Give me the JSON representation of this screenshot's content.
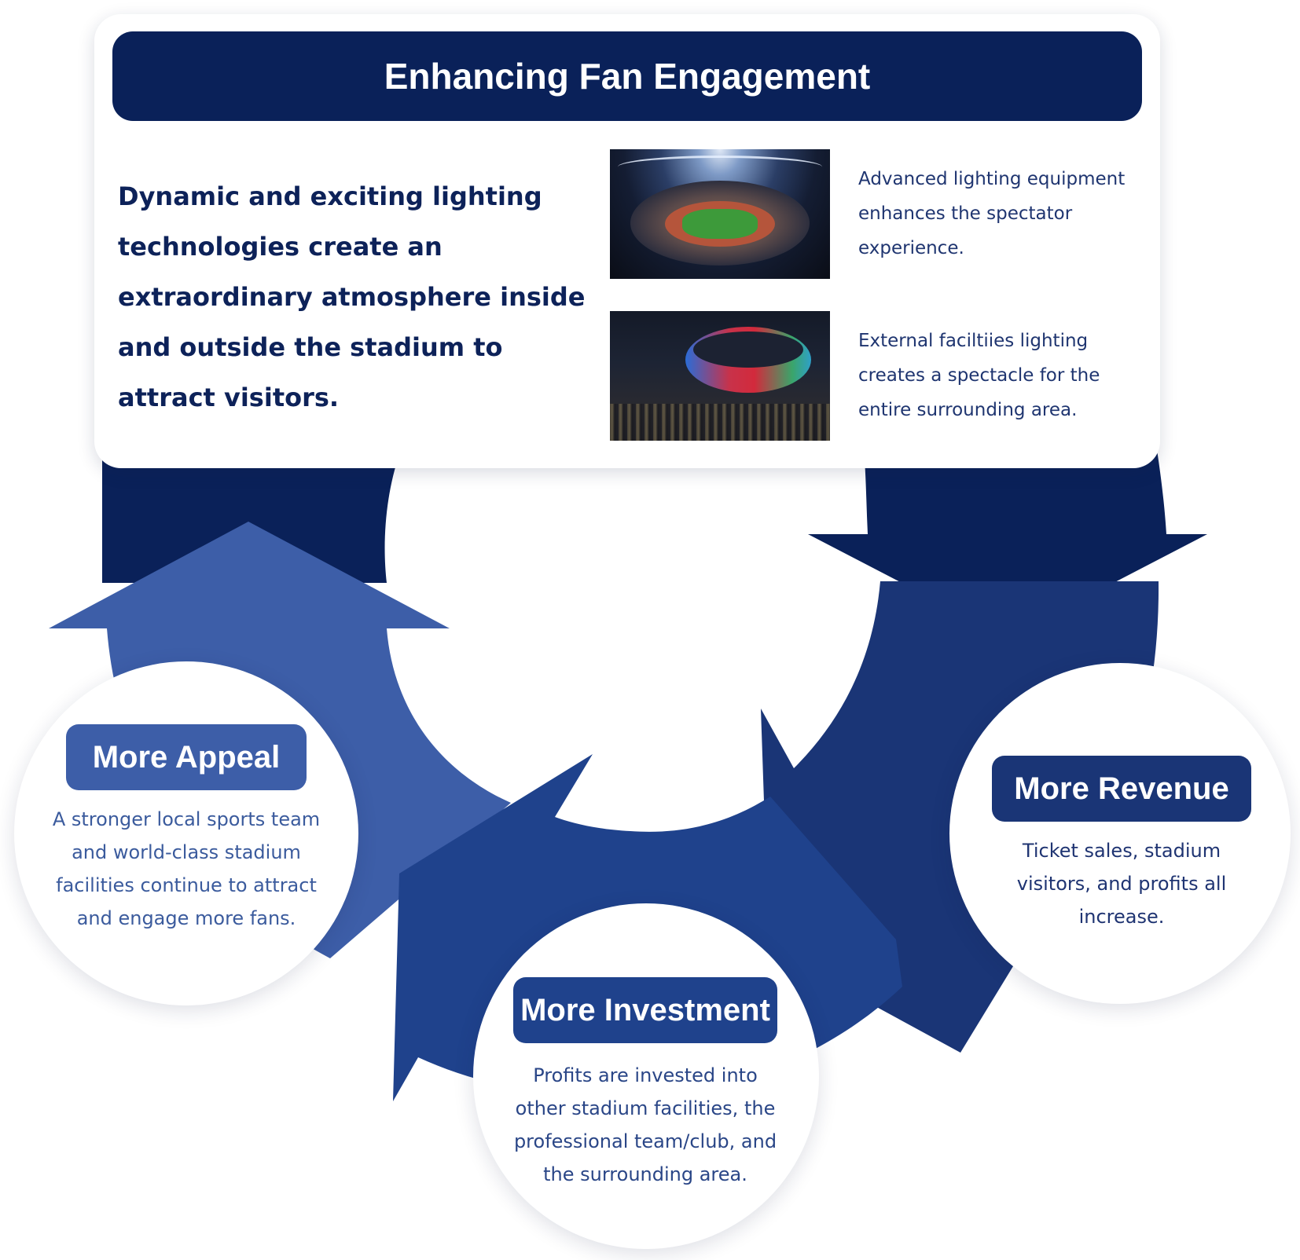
{
  "diagram": {
    "colors": {
      "navy": "#0a2159",
      "appeal_blue": "#3d5ea8",
      "investment_blue": "#1f428c",
      "revenue_blue": "#1a3576",
      "text_navy": "#0d2259"
    },
    "header": {
      "title": "Enhancing Fan Engagement"
    },
    "intro": {
      "lead": "Dynamic and exciting lighting technologies create an extraordinary atmosphere inside and outside the stadium to attract visitors."
    },
    "features": [
      {
        "image": "stadium-interior-photo",
        "text": "Advanced lighting equipment enhances the spectator experience."
      },
      {
        "image": "stadium-exterior-photo",
        "text": "External faciltiies lighting creates a spectacle for the entire surrounding area."
      }
    ],
    "cycle": {
      "appeal": {
        "title": "More Appeal",
        "text": "A stronger local sports team and world-class stadium facilities continue to attract and engage more fans."
      },
      "investment": {
        "title": "More Investment",
        "text": "Profits are invested into other stadium facilities, the professional team/club, and the surrounding area."
      },
      "revenue": {
        "title": "More Revenue",
        "text": "Ticket sales, stadium visitors, and profits all increase."
      }
    }
  }
}
